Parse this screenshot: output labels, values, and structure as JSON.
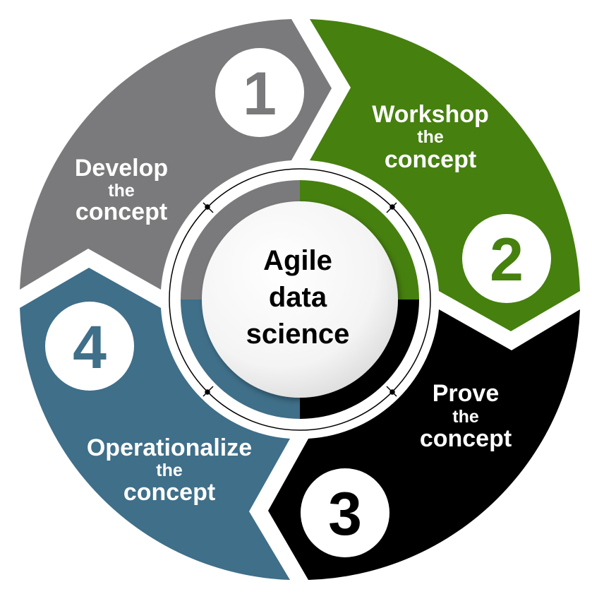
{
  "center": {
    "line1": "Agile",
    "line2": "data",
    "line3": "science"
  },
  "steps": [
    {
      "number": "1",
      "line1": "Develop",
      "line2": "the",
      "line3": "concept",
      "color": "#7a7a7c"
    },
    {
      "number": "2",
      "line1": "Workshop",
      "line2": "the",
      "line3": "concept",
      "color": "#46800f"
    },
    {
      "number": "3",
      "line1": "Prove",
      "line2": "the",
      "line3": "concept",
      "color": "#000000"
    },
    {
      "number": "4",
      "line1": "Operationalize",
      "line2": "the",
      "line3": "concept",
      "color": "#3f6f89"
    }
  ]
}
